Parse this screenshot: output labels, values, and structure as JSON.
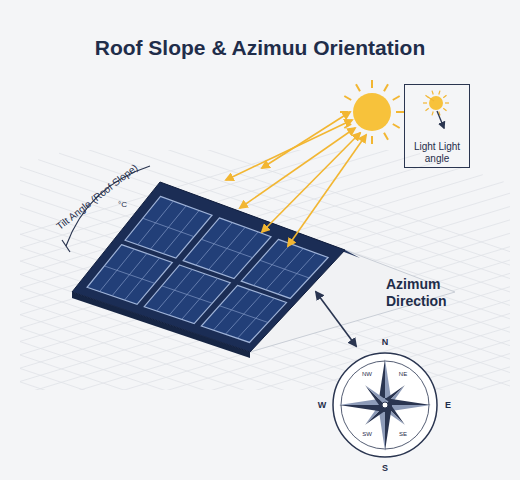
{
  "diagram": {
    "title": "Roof Slope & Azimuu Orientation",
    "nodes": [
      {
        "text": [
          "Light Light angle"
        ]
      }
    ],
    "labels": [
      "Tilt Angle (Roof Slope)",
      "°C",
      "Azimum Direction",
      "N",
      "E",
      "S",
      "W",
      "NW",
      "NE",
      "SW",
      "SE"
    ]
  }
}
